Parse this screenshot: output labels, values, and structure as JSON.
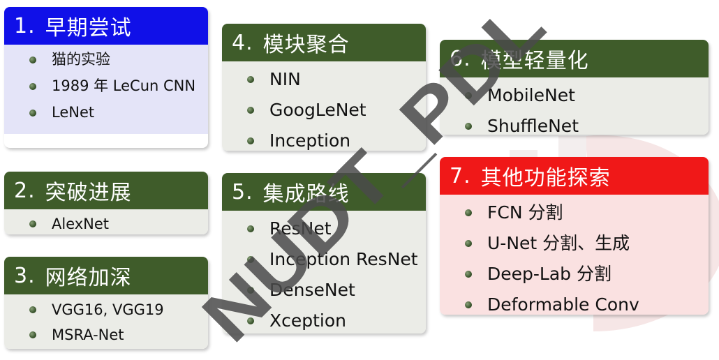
{
  "watermark": "NUDT_PDL",
  "blocks": [
    {
      "num": "1.",
      "title": "早期尝试",
      "items": [
        "猫的实验",
        "1989 年 LeCun CNN",
        "LeNet"
      ]
    },
    {
      "num": "2.",
      "title": "突破进展",
      "items": [
        "AlexNet"
      ]
    },
    {
      "num": "3.",
      "title": "网络加深",
      "items": [
        "VGG16, VGG19",
        "MSRA-Net"
      ]
    },
    {
      "num": "4.",
      "title": "模块聚合",
      "items": [
        "NIN",
        "GoogLeNet",
        "Inception"
      ]
    },
    {
      "num": "5.",
      "title": "集成路线",
      "items": [
        "ResNet",
        "Inception ResNet",
        "DenseNet",
        "Xception"
      ]
    },
    {
      "num": "6.",
      "title": "模型轻量化",
      "items": [
        "MobileNet",
        "ShuffleNet"
      ]
    },
    {
      "num": "7.",
      "title": "其他功能探索",
      "items": [
        "FCN 分割",
        "U-Net 分割、生成",
        "Deep-Lab 分割",
        "Deformable Conv"
      ]
    }
  ],
  "colors": {
    "green_header": "#3f5c2a",
    "blue_header": "#1010e8",
    "red_header": "#f01818"
  }
}
